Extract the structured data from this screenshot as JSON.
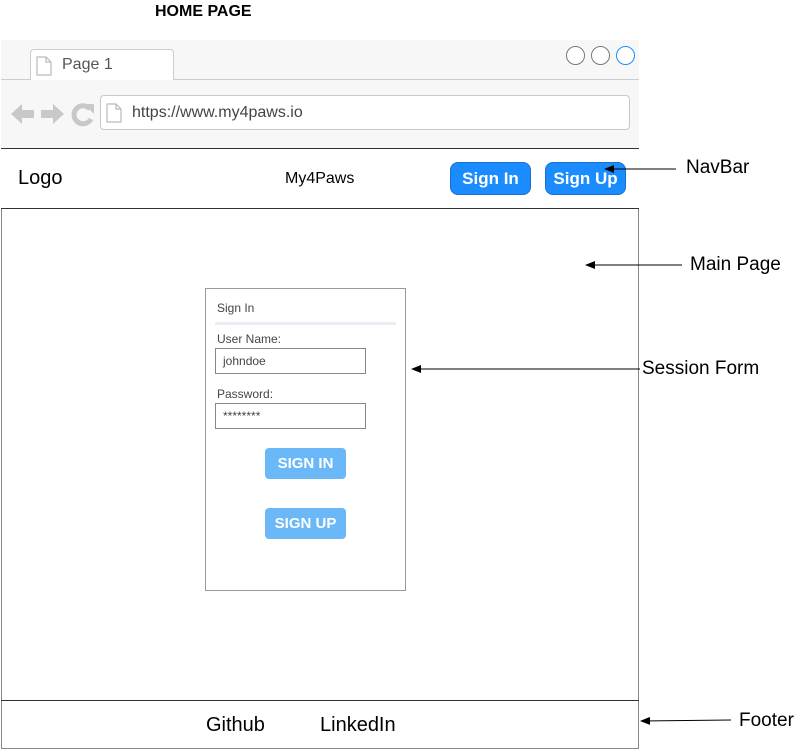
{
  "page_title": "HOME PAGE",
  "browser": {
    "tab_label": "Page 1",
    "url": "https://www.my4paws.io"
  },
  "navbar": {
    "logo": "Logo",
    "brand": "My4Paws",
    "sign_in": "Sign In",
    "sign_up": "Sign Up"
  },
  "session_form": {
    "title": "Sign In",
    "username_label": "User Name:",
    "username_value": "johndoe",
    "password_label": "Password:",
    "password_value": "********",
    "sign_in_button": "SIGN IN",
    "sign_up_button": "SIGN UP"
  },
  "footer": {
    "github": "Github",
    "linkedin": "LinkedIn"
  },
  "annotations": {
    "navbar": "NavBar",
    "main_page": "Main Page",
    "session_form": "Session Form",
    "footer": "Footer"
  },
  "colors": {
    "nav_button": "#1a8cff",
    "form_button": "#6ab8f7",
    "window_close": "#1a8cff"
  }
}
